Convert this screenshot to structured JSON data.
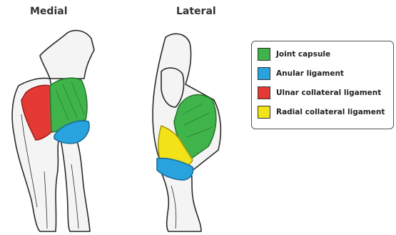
{
  "views": {
    "medial": "Medial",
    "lateral": "Lateral"
  },
  "legend": {
    "items": [
      {
        "label": "Joint capsule",
        "color": "#3fb44a"
      },
      {
        "label": "Anular ligament",
        "color": "#29a3dd"
      },
      {
        "label": "Ulnar collateral ligament",
        "color": "#e53935"
      },
      {
        "label": "Radial collateral ligament",
        "color": "#f2e318"
      }
    ]
  },
  "colors": {
    "bone_fill": "#f4f4f4",
    "bone_stroke": "#2b2b2b"
  }
}
